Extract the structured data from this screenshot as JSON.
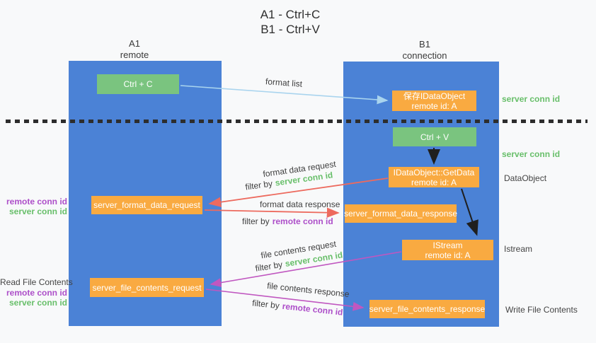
{
  "title": {
    "line1": "A1 - Ctrl+C",
    "line2": "B1 - Ctrl+V"
  },
  "lanes": {
    "left": {
      "name": "A1",
      "role": "remote"
    },
    "right": {
      "name": "B1",
      "role": "connection"
    }
  },
  "nodes": {
    "ctrl_c": {
      "label": "Ctrl + C"
    },
    "ctrl_v": {
      "label": "Ctrl + V"
    },
    "save_idataobject": {
      "line1": "保存IDataObject",
      "line2": "remote id: A"
    },
    "idataobject_getdata": {
      "line1": "IDataObject::GetData",
      "line2": "remote id: A"
    },
    "istream": {
      "line1": "IStream",
      "line2": "remote id: A"
    },
    "server_format_data_request": {
      "label": "server_format_data_request"
    },
    "server_format_data_response": {
      "label": "server_format_data_response"
    },
    "server_file_contents_request": {
      "label": "server_file_contents_request"
    },
    "server_file_contents_response": {
      "label": "server_file_contents_response"
    }
  },
  "arrows": {
    "format_list": {
      "label": "format list"
    },
    "format_data_request": {
      "label": "format data request",
      "filter_prefix": "filter by",
      "filter_key": "server conn id"
    },
    "format_data_response": {
      "label": "format data response",
      "filter_prefix": "filter by",
      "filter_key": "remote conn id"
    },
    "file_contents_request": {
      "label": "file contents request",
      "filter_prefix": "filter by",
      "filter_key": "server conn id"
    },
    "file_contents_response": {
      "label": "file contents response",
      "filter_prefix": "filter by",
      "filter_key": "remote conn id"
    }
  },
  "side_labels": {
    "left_format_remote": "remote conn id",
    "left_format_server": "server conn id",
    "read_file_contents": "Read File Contents",
    "left_file_remote": "remote conn id",
    "left_file_server": "server conn id",
    "right_server_conn_top": "server conn id",
    "right_server_conn_mid": "server conn id",
    "dataobject": "DataObject",
    "istream": "Istream",
    "write_file_contents": "Write File Contents"
  },
  "colors": {
    "lane_blue": "#4b82d6",
    "node_green": "#7ac47f",
    "node_orange": "#f9aa41",
    "arrow_lightblue": "#a9d4ee",
    "arrow_red": "#ed6a5e",
    "arrow_magenta": "#c057c0",
    "arrow_black": "#1f1f1f",
    "text_green": "#68bf6a",
    "text_purple": "#ad4fc9",
    "text_dark": "#3f3f3f"
  }
}
